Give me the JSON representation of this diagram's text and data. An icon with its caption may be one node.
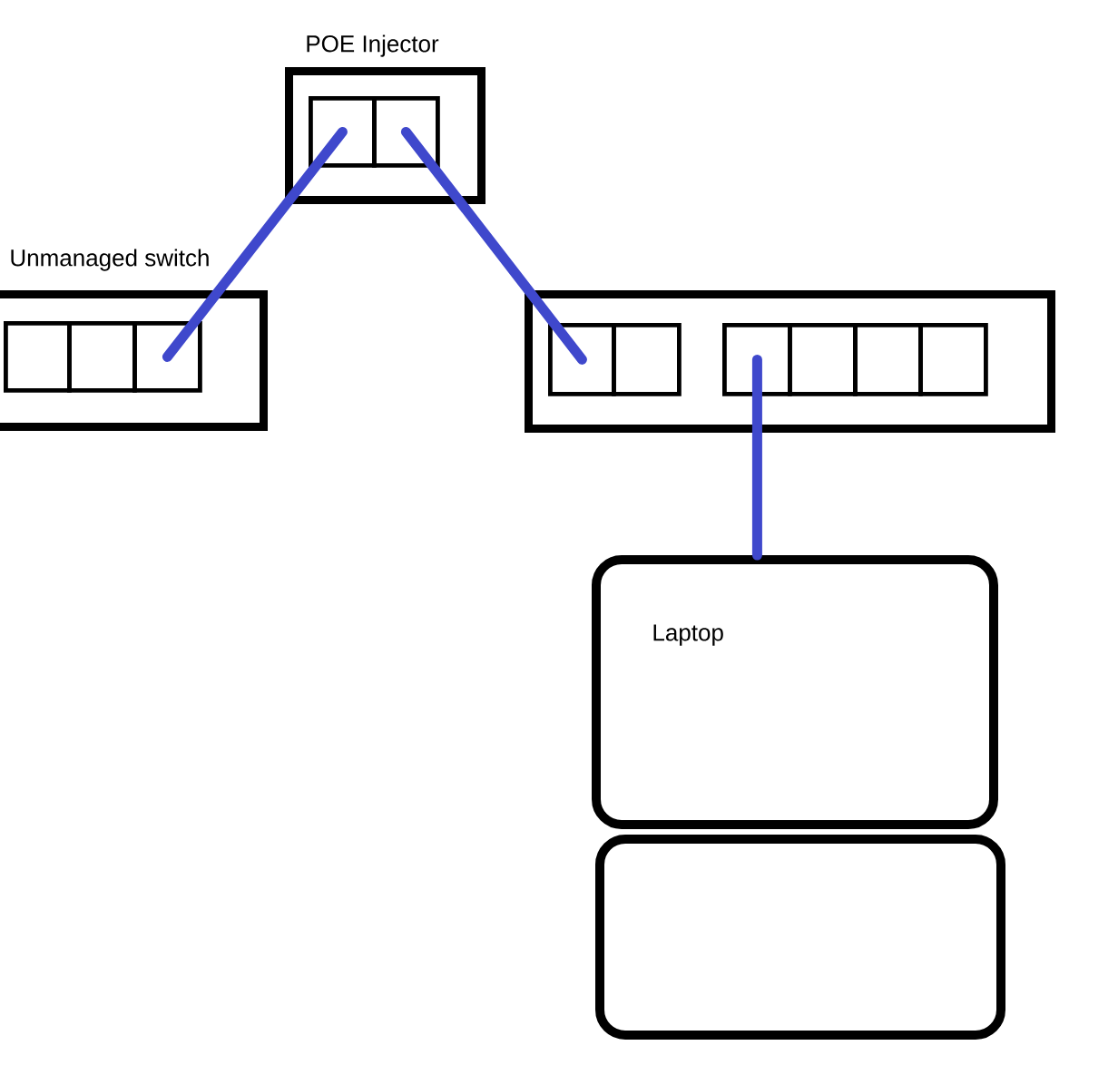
{
  "diagram": {
    "nodes": [
      {
        "text": [
          "POE Injector"
        ]
      },
      {
        "text": [],
        "shape": "box",
        "in": 0
      },
      {
        "text": [],
        "shape": "box",
        "in": 0
      },
      {
        "text": [
          "Unmanaged switch"
        ]
      },
      {
        "text": [],
        "shape": "box",
        "in": 3
      },
      {
        "text": [],
        "shape": "box",
        "in": 3
      },
      {
        "text": [],
        "shape": "box",
        "in": 3
      },
      {
        "text": [],
        "shape": "box"
      },
      {
        "text": [],
        "shape": "box",
        "in": 7
      },
      {
        "text": [],
        "shape": "box",
        "in": 7
      },
      {
        "text": [],
        "shape": "box",
        "in": 7
      },
      {
        "text": [],
        "shape": "box",
        "in": 7
      },
      {
        "text": [],
        "shape": "box",
        "in": 7
      },
      {
        "text": [],
        "shape": "box",
        "in": 7
      },
      {
        "text": [
          "Laptop"
        ]
      },
      {
        "text": [],
        "shape": "box"
      }
    ],
    "edges": [
      {
        "from": 1,
        "to": 6,
        "arrow": "none"
      },
      {
        "from": 2,
        "to": 8,
        "arrow": "none"
      },
      {
        "from": 10,
        "to": 14,
        "arrow": "none"
      }
    ]
  }
}
